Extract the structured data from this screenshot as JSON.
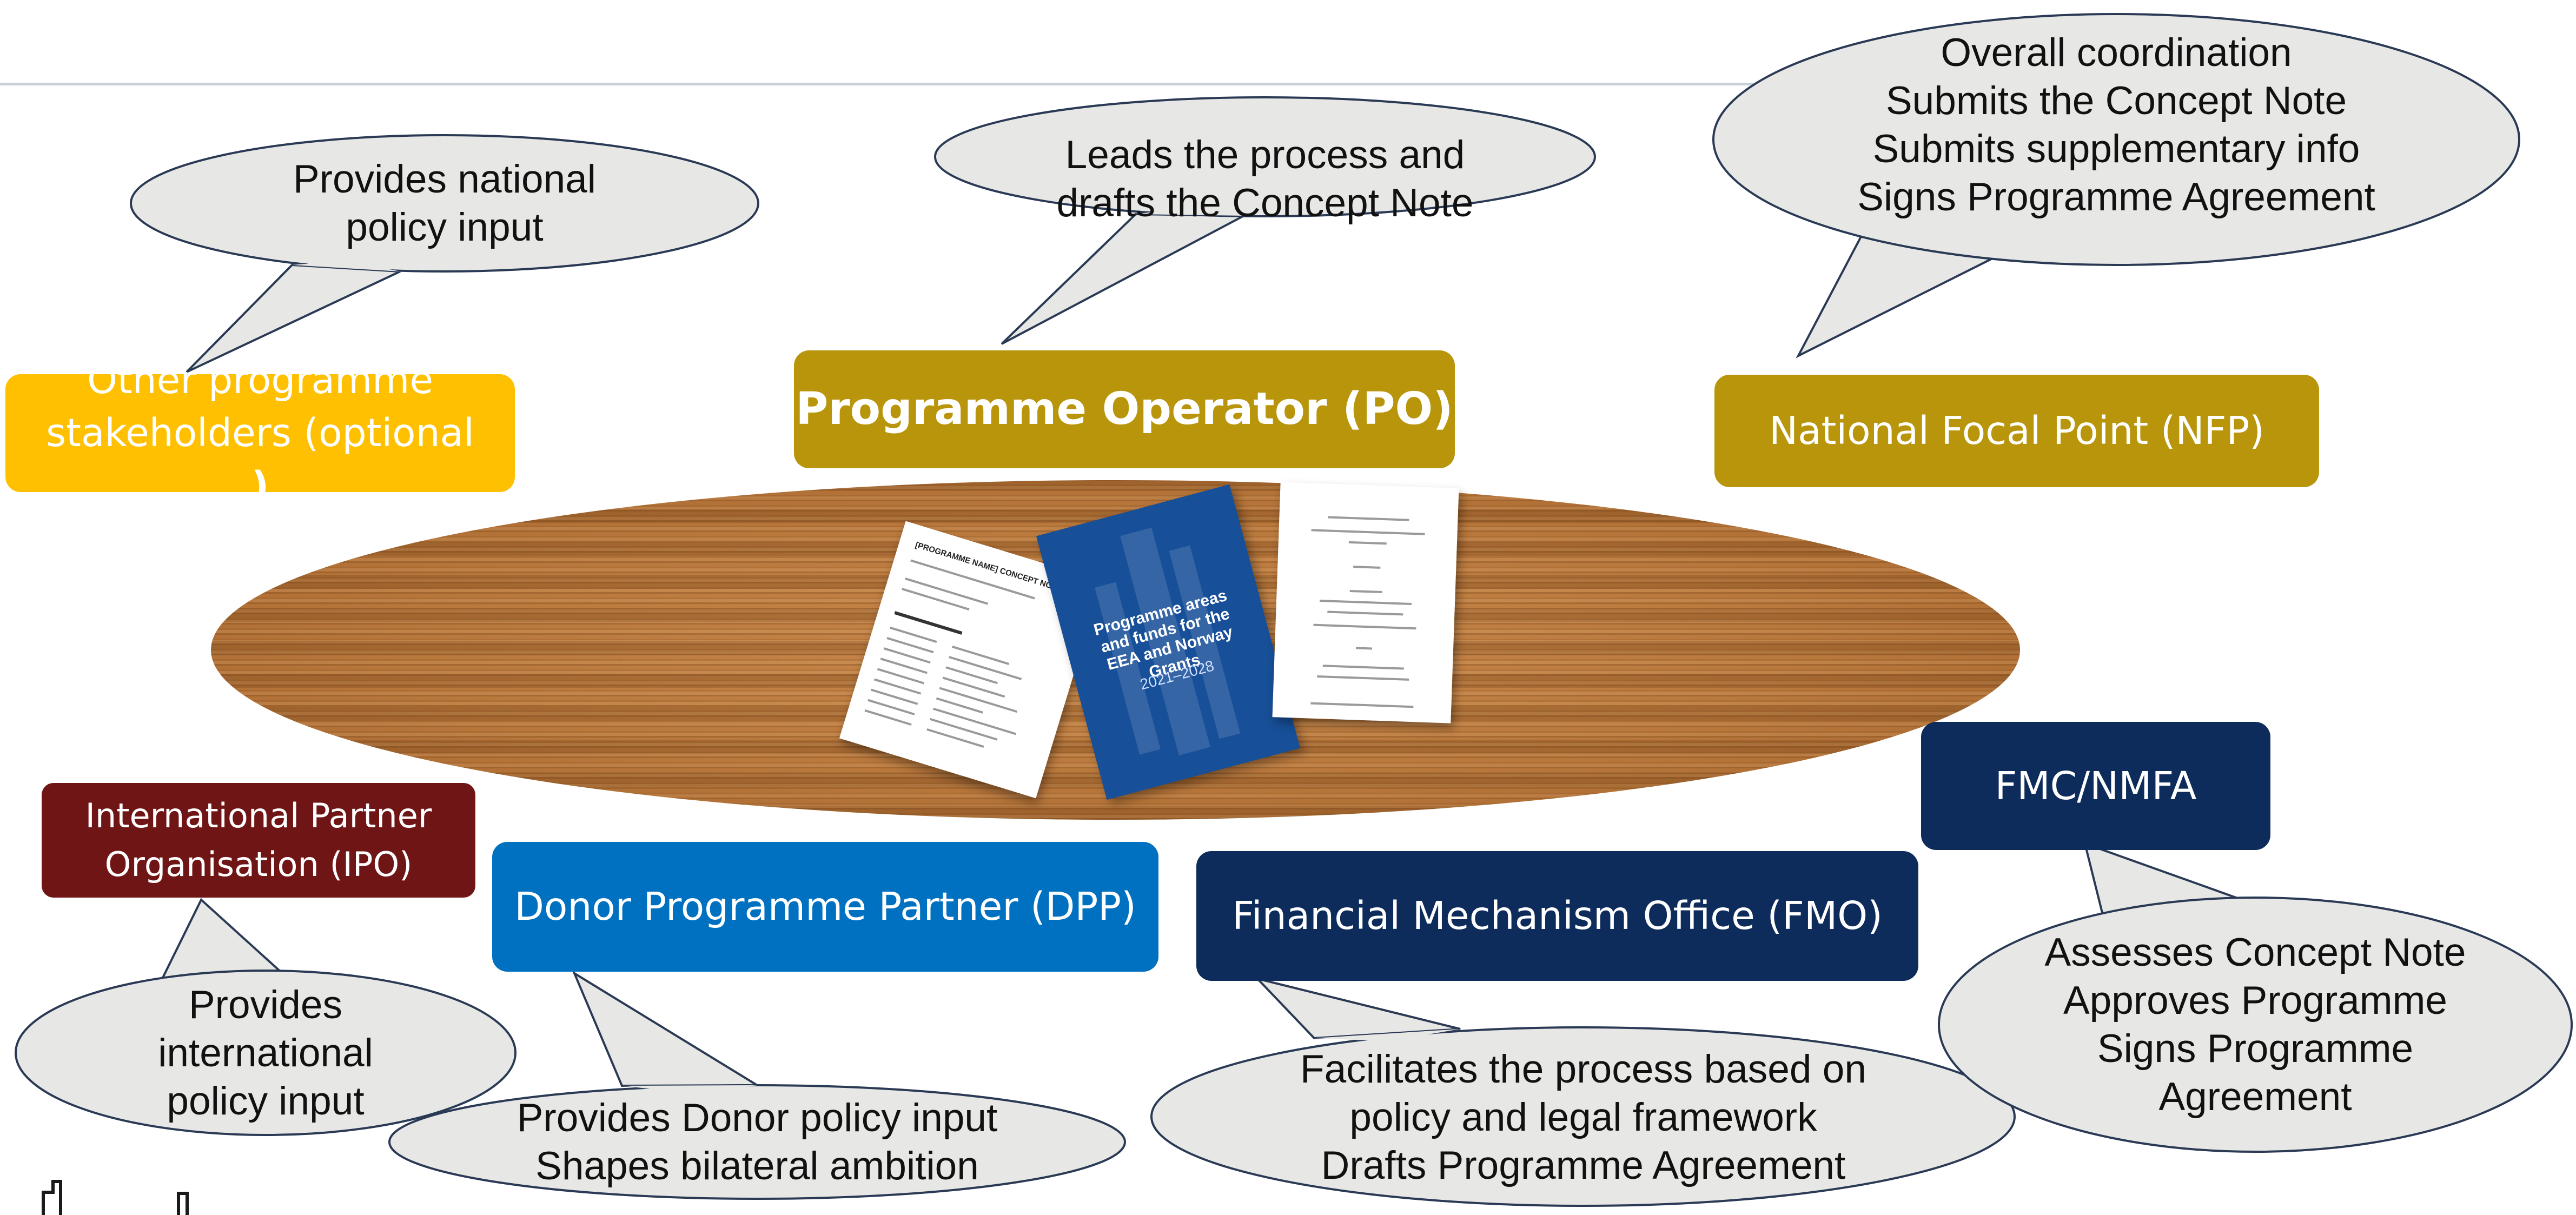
{
  "colors": {
    "gold": "#b8950b",
    "yellow": "#fec000",
    "maroon": "#701515",
    "blue": "#0070c0",
    "navy": "#0e2c5b",
    "bubble_fill": "#e7e7e5",
    "bubble_stroke": "#2a3a55",
    "wood": "#b9783c"
  },
  "roles": {
    "po": {
      "label": "Programme Operator (PO)"
    },
    "nfp": {
      "label": "National Focal Point (NFP)"
    },
    "other": {
      "label_line1": "Other programme",
      "label_line2": "stakeholders (optional",
      "label_line2_end": ")"
    },
    "ipo": {
      "label_line1": "International Partner",
      "label_line2": "Organisation (IPO)"
    },
    "dpp": {
      "label": "Donor Programme Partner (DPP)"
    },
    "fmo": {
      "label": "Financial Mechanism Office (FMO)"
    },
    "fmc": {
      "label": "FMC/NMFA"
    }
  },
  "bubbles": {
    "other": [
      "Provides national",
      "policy input"
    ],
    "po": [
      "Leads the process and",
      "drafts the Concept Note"
    ],
    "nfp": [
      "Overall coordination",
      "Submits the Concept Note",
      "Submits supplementary info",
      "Signs Programme Agreement"
    ],
    "ipo": [
      "Provides",
      "international",
      "policy input"
    ],
    "dpp": [
      "Provides Donor policy input",
      "Shapes bilateral ambition"
    ],
    "fmo": [
      "Facilitates the process based on",
      "policy and legal framework",
      "Drafts Programme Agreement"
    ],
    "fmc": [
      "Assesses Concept Note",
      "Approves Programme",
      "Signs Programme",
      "Agreement"
    ]
  },
  "documents": {
    "concept_note_title": "[PROGRAMME NAME] CONCEPT NOTE",
    "book_title_line1": "Programme areas",
    "book_title_line2": "and funds for the",
    "book_title_line3": "EEA and Norway Grants",
    "book_years": "2021–2028"
  }
}
